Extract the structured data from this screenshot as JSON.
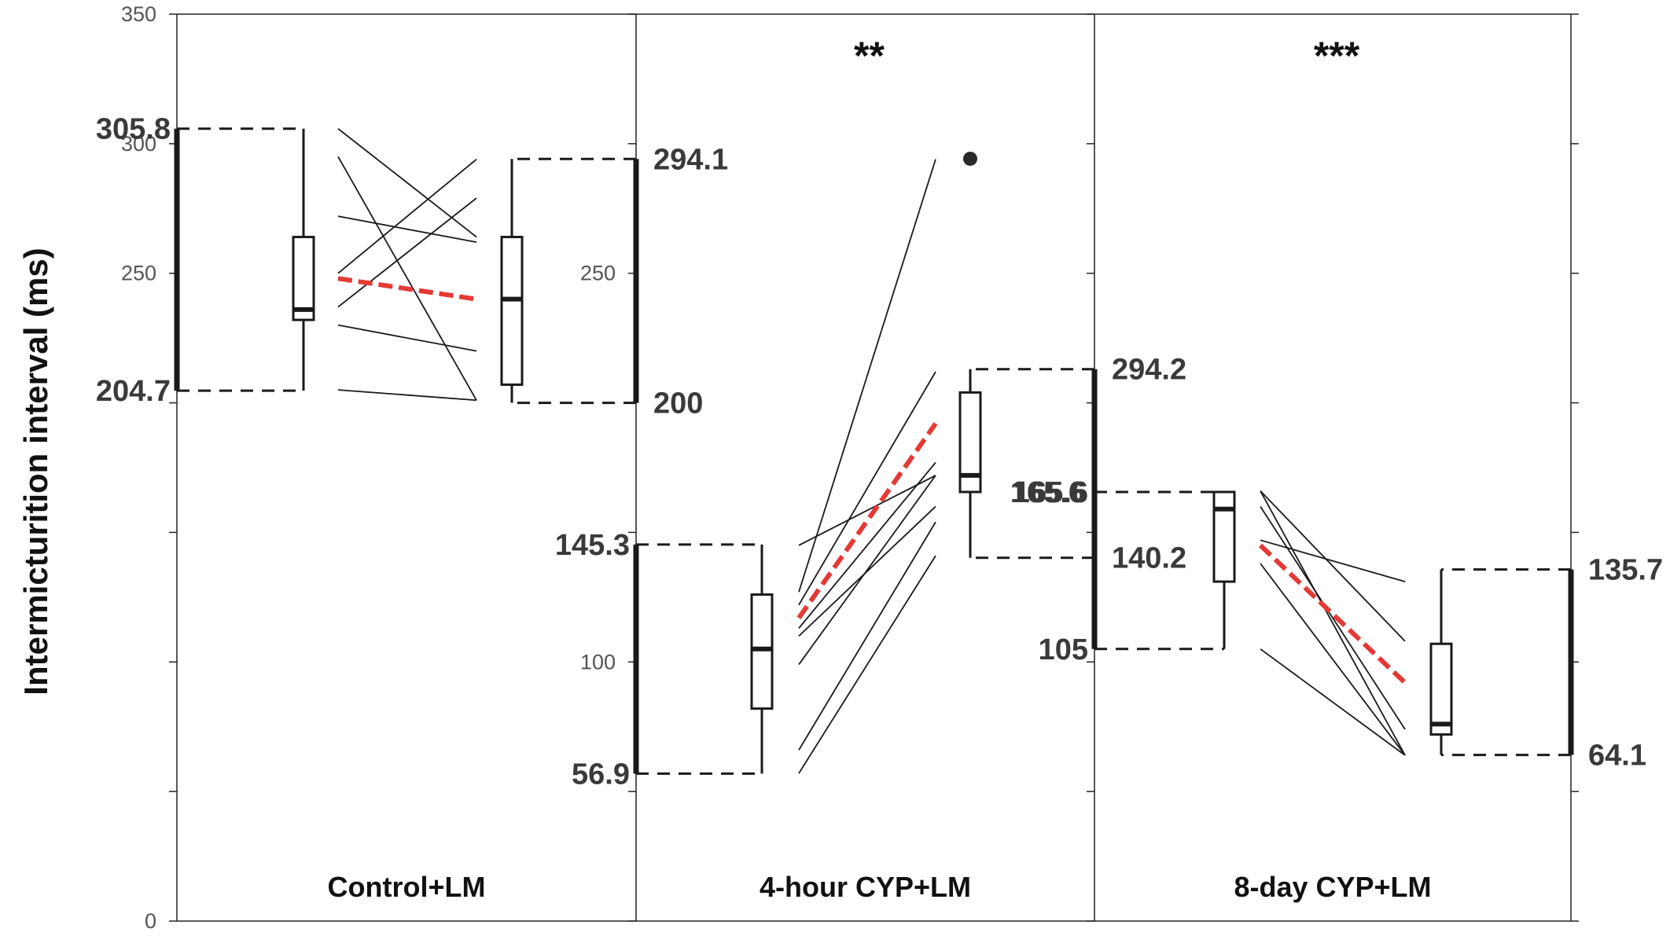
{
  "chart_data": {
    "type": "box-paired-slope",
    "ylabel": "Intermicturition interval (ms)",
    "ylim": [
      0,
      350
    ],
    "yticks": [
      0,
      50,
      100,
      150,
      200,
      250,
      300,
      350
    ],
    "left_axis_tick_labels": [
      "0",
      "250",
      "300",
      "350"
    ],
    "inner_axis_tick_labels": [
      "100",
      "250"
    ],
    "groups": [
      {
        "name": "Control+LM",
        "significance": "",
        "before": {
          "min": 204.7,
          "q1": 232,
          "median": 236,
          "q3": 264,
          "max": 305.8,
          "range_labels": {
            "min": "204.7",
            "max": "305.8"
          }
        },
        "after": {
          "min": 200,
          "q1": 207,
          "median": 240,
          "q3": 264,
          "max": 294.1,
          "range_labels": {
            "min": "200",
            "max": "294.1"
          }
        },
        "pairs": [
          [
            305.8,
            264
          ],
          [
            295,
            201
          ],
          [
            272,
            262
          ],
          [
            250,
            294
          ],
          [
            237,
            279
          ],
          [
            230,
            220
          ],
          [
            205,
            201
          ]
        ],
        "mean_line": [
          248,
          240
        ]
      },
      {
        "name": "4-hour CYP+LM",
        "significance": "**",
        "before": {
          "min": 56.9,
          "q1": 82,
          "median": 105,
          "q3": 126,
          "max": 145.3,
          "range_labels": {
            "min": "56.9",
            "max": "145.3"
          }
        },
        "after": {
          "min": 140.2,
          "q1": 165.6,
          "median": 172,
          "q3": 204,
          "max": 213,
          "outliers": [
            294.2
          ],
          "range_labels": {
            "min": "140.2",
            "max": "294.2",
            "q1": "165.6"
          }
        },
        "pairs": [
          [
            145,
            172
          ],
          [
            127,
            294
          ],
          [
            122,
            212
          ],
          [
            113,
            177
          ],
          [
            110,
            160
          ],
          [
            99,
            172
          ],
          [
            66,
            154
          ],
          [
            57,
            141
          ]
        ],
        "mean_line": [
          117,
          192
        ]
      },
      {
        "name": "8-day CYP+LM",
        "significance": "***",
        "before": {
          "min": 105,
          "q1": 131,
          "median": 159,
          "q3": 165.6,
          "max": 165.6,
          "range_labels": {
            "min": "105",
            "max": "165.6"
          }
        },
        "after": {
          "min": 64.1,
          "q1": 72,
          "median": 76,
          "q3": 107,
          "max": 135.7,
          "range_labels": {
            "min": "64.1",
            "max": "135.7"
          }
        },
        "pairs": [
          [
            166,
            108
          ],
          [
            166,
            64
          ],
          [
            160,
            74
          ],
          [
            147,
            131
          ],
          [
            138,
            64
          ],
          [
            105,
            64
          ]
        ],
        "mean_line": [
          145,
          92
        ]
      }
    ]
  }
}
